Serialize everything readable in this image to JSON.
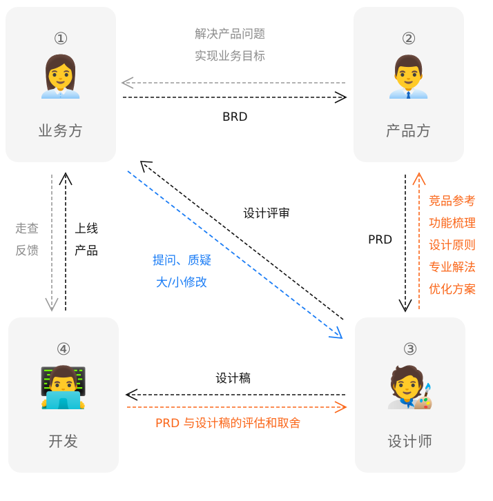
{
  "colors": {
    "box_bg": "#f5f5f5",
    "gray": "#8c8c8c",
    "black": "#111111",
    "blue": "#1a7cf5",
    "orange": "#fa6619"
  },
  "nodes": [
    {
      "id": 1,
      "number": "①",
      "emoji": "👩‍💼",
      "emoji_name": "woman-office-worker",
      "label": "业务方"
    },
    {
      "id": 2,
      "number": "②",
      "emoji": "👨‍💼",
      "emoji_name": "man-office-worker",
      "label": "产品方"
    },
    {
      "id": 3,
      "number": "③",
      "emoji": "🧑‍🎨",
      "emoji_name": "artist",
      "label": "设计师"
    },
    {
      "id": 4,
      "number": "④",
      "emoji": "👨‍💻",
      "emoji_name": "man-technologist",
      "label": "开发"
    }
  ],
  "edges": {
    "business_product": {
      "to_business_label": [
        "解决产品问题",
        "实现业务目标"
      ],
      "to_product_label": "BRD"
    },
    "business_dev": {
      "down_label": [
        "走查",
        "反馈"
      ],
      "up_label": [
        "上线",
        "产品"
      ]
    },
    "product_designer": {
      "down_label": "PRD",
      "up_label": [
        "竞品参考",
        "功能梳理",
        "设计原则",
        "专业解法",
        "优化方案"
      ]
    },
    "business_designer": {
      "review_label": "设计评审",
      "question_label": [
        "提问、质疑",
        "大/小修改"
      ]
    },
    "designer_dev": {
      "to_dev_label": "设计稿",
      "to_designer_label": "PRD 与设计稿的评估和取舍"
    }
  }
}
